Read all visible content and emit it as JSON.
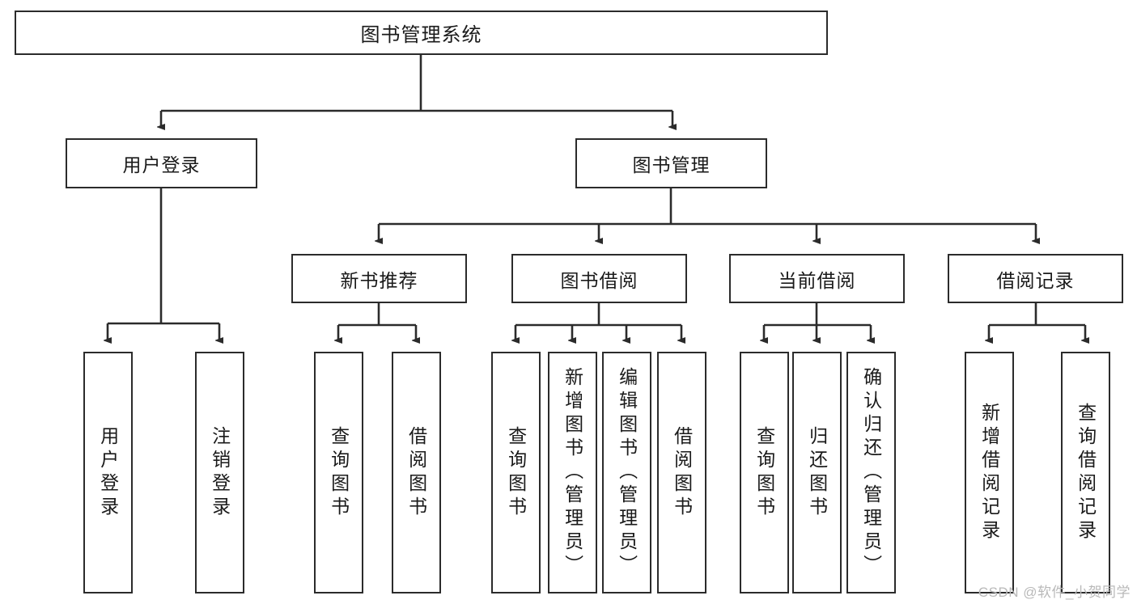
{
  "diagram": {
    "title": "图书管理系统",
    "type": "tree",
    "colors": {
      "box_border": "#2b2b2b",
      "box_fill": "#ffffff",
      "line": "#2b2b2b",
      "text": "#1a1a1a",
      "watermark": "#b9b9b9"
    },
    "root": {
      "label": "图书管理系统"
    },
    "level2": [
      {
        "label": "用户登录"
      },
      {
        "label": "图书管理"
      }
    ],
    "level3": [
      {
        "label": "新书推荐"
      },
      {
        "label": "图书借阅"
      },
      {
        "label": "当前借阅"
      },
      {
        "label": "借阅记录"
      }
    ],
    "leaves": {
      "user_login": [
        {
          "label": "用户登录"
        },
        {
          "label": "注销登录"
        }
      ],
      "new_book_recommend": [
        {
          "label": "查询图书"
        },
        {
          "label": "借阅图书"
        }
      ],
      "book_borrow": [
        {
          "label": "查询图书"
        },
        {
          "label": "新增图书（管理员）"
        },
        {
          "label": "编辑图书（管理员）"
        },
        {
          "label": "借阅图书"
        }
      ],
      "current_borrow": [
        {
          "label": "查询图书"
        },
        {
          "label": "归还图书"
        },
        {
          "label": "确认归还（管理员）"
        }
      ],
      "borrow_record": [
        {
          "label": "新增借阅记录"
        },
        {
          "label": "查询借阅记录"
        }
      ]
    }
  },
  "watermark": {
    "text": "CSDN @软件_小贺同学"
  }
}
